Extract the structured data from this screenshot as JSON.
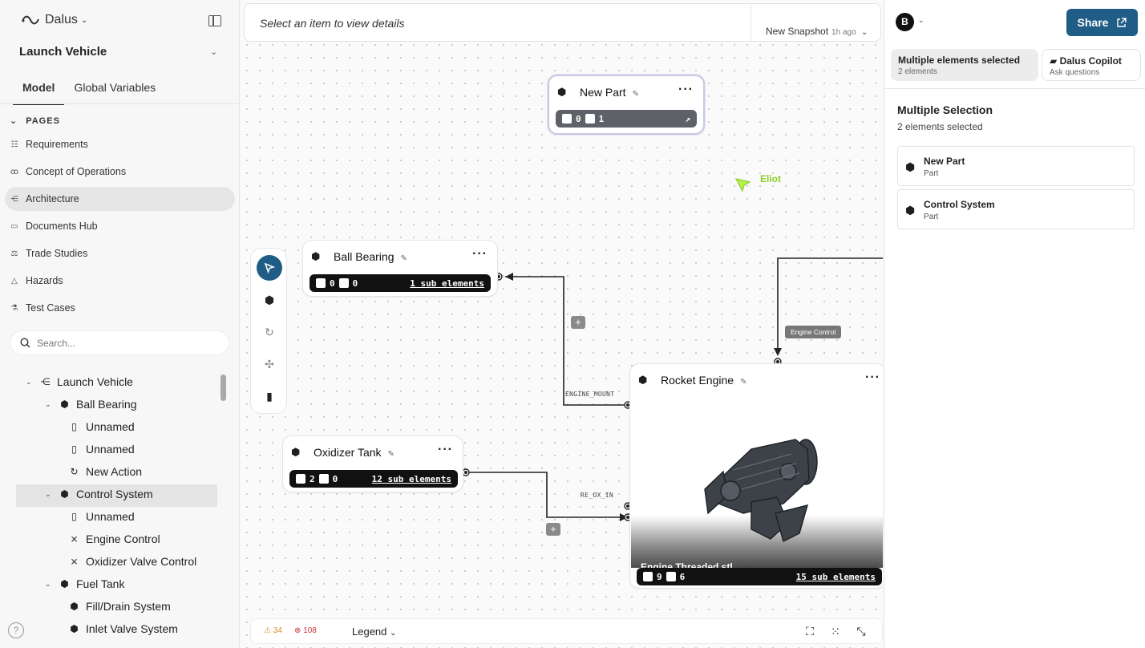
{
  "sidebar": {
    "brand": "Dalus",
    "project_title": "Launch Vehicle",
    "tabs": [
      "Model",
      "Global Variables"
    ],
    "pages_header": "PAGES",
    "pages": [
      {
        "label": "Requirements",
        "icon": "requirements-icon"
      },
      {
        "label": "Concept of Operations",
        "icon": "conops-icon"
      },
      {
        "label": "Architecture",
        "icon": "architecture-icon"
      },
      {
        "label": "Documents Hub",
        "icon": "folder-icon"
      },
      {
        "label": "Trade Studies",
        "icon": "scale-icon"
      },
      {
        "label": "Hazards",
        "icon": "warning-icon"
      },
      {
        "label": "Test Cases",
        "icon": "flask-icon"
      }
    ],
    "search_placeholder": "Search...",
    "tree": [
      {
        "label": "Launch Vehicle",
        "icon": "hierarchy-icon"
      },
      {
        "label": "Ball Bearing",
        "icon": "part-icon"
      },
      {
        "label": "Unnamed",
        "icon": "document-icon"
      },
      {
        "label": "Unnamed",
        "icon": "document-icon"
      },
      {
        "label": "New Action",
        "icon": "action-icon"
      },
      {
        "label": "Control System",
        "icon": "part-icon"
      },
      {
        "label": "Unnamed",
        "icon": "document-icon"
      },
      {
        "label": "Engine Control",
        "icon": "interface-icon"
      },
      {
        "label": "Oxidizer Valve Control",
        "icon": "interface-icon"
      },
      {
        "label": "Fuel Tank",
        "icon": "part-icon"
      },
      {
        "label": "Fill/Drain System",
        "icon": "part-icon"
      },
      {
        "label": "Inlet Valve System",
        "icon": "part-icon"
      }
    ]
  },
  "canvas": {
    "hint": "Select an item to view details",
    "snapshot_label": "New Snapshot",
    "snapshot_time": "1h ago",
    "cursor_user": "Eliot",
    "nodes": {
      "new_part": {
        "title": "New Part",
        "req": "0",
        "docs": "1"
      },
      "ball_bearing": {
        "title": "Ball Bearing",
        "req": "0",
        "docs": "0",
        "sub": "1 sub elements"
      },
      "oxidizer_tank": {
        "title": "Oxidizer Tank",
        "req": "2",
        "docs": "0",
        "sub": "12 sub elements"
      },
      "rocket_engine": {
        "title": "Rocket Engine",
        "req": "9",
        "docs": "6",
        "sub": "15 sub elements",
        "file_name": "Engine Threaded.stl",
        "file_type": "STL"
      }
    },
    "edge_labels": {
      "engine_mount": "ENGINE_MOUNT",
      "re_ox_in": "RE_OX_IN",
      "engine_control": "Engine Control"
    },
    "warnings": "34",
    "errors": "108",
    "legend": "Legend"
  },
  "right": {
    "avatar": "B",
    "share": "Share",
    "tab_selected_title": "Multiple elements selected",
    "tab_selected_sub": "2 elements",
    "tab_copilot_title": "Dalus Copilot",
    "tab_copilot_sub": "Ask questions",
    "selection_title": "Multiple Selection",
    "selection_sub": "2 elements selected",
    "items": [
      {
        "name": "New Part",
        "type": "Part"
      },
      {
        "name": "Control System",
        "type": "Part"
      }
    ]
  },
  "colors": {
    "accent": "#1f5c86",
    "cursor": "#8ccf2b",
    "warning": "#d88a2a",
    "error": "#c83a3a"
  }
}
